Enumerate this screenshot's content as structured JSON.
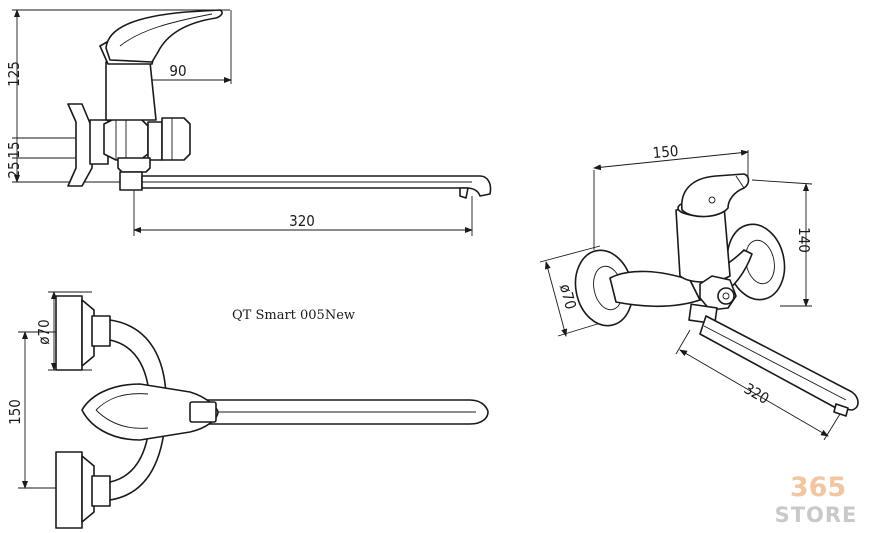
{
  "title": "QT Smart 005New",
  "side_view": {
    "height_top": "125",
    "handle_reach": "90",
    "offset_a": "15",
    "offset_b": "25",
    "spout_length": "320"
  },
  "top_view": {
    "flange_diameter": "ø70",
    "center_distance": "150"
  },
  "iso_view": {
    "width": "150",
    "height": "140",
    "flange_diameter": "ø70",
    "spout_length": "320"
  },
  "logo": {
    "number": "365",
    "word": "STORE",
    "number_color": "#f1c6a0",
    "word_color": "#c9c9c9"
  }
}
